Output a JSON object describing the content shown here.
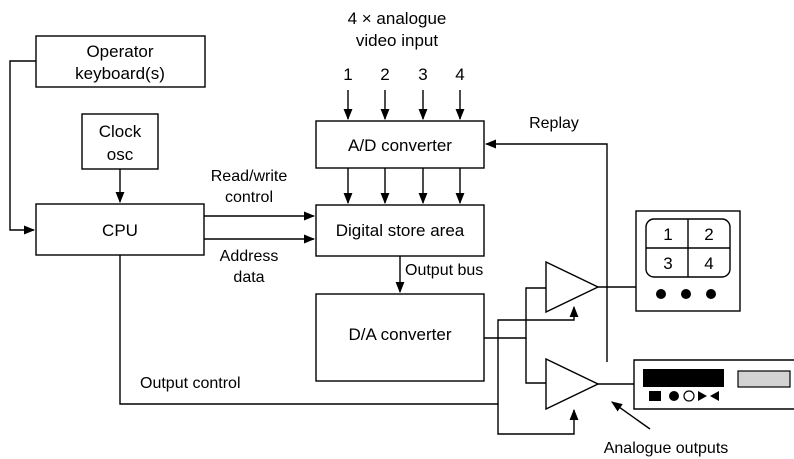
{
  "title": {
    "line1": "4 × analogue",
    "line2": "video input"
  },
  "inputs": [
    "1",
    "2",
    "3",
    "4"
  ],
  "boxes": {
    "keyboard": {
      "line1": "Operator",
      "line2": "keyboard(s)"
    },
    "clock": {
      "line1": "Clock",
      "line2": "osc"
    },
    "cpu": "CPU",
    "adc": "A/D converter",
    "store": "Digital store area",
    "dac": "D/A converter"
  },
  "labels": {
    "rw_line1": "Read/write",
    "rw_line2": "control",
    "addr_line1": "Address",
    "addr_line2": "data",
    "output_bus": "Output bus",
    "replay": "Replay",
    "output_control": "Output control",
    "analogue_outputs": "Analogue outputs"
  },
  "monitor": {
    "quadrants": [
      "1",
      "2",
      "3",
      "4"
    ],
    "dots": 3
  },
  "recorder": {
    "controls": [
      "stop-square",
      "record-dot",
      "circle",
      "play-triangle",
      "rewind-triangle"
    ]
  },
  "colors": {
    "line": "#000000",
    "recorder_window": "#d3d3d3",
    "recorder_display": "#000000"
  }
}
